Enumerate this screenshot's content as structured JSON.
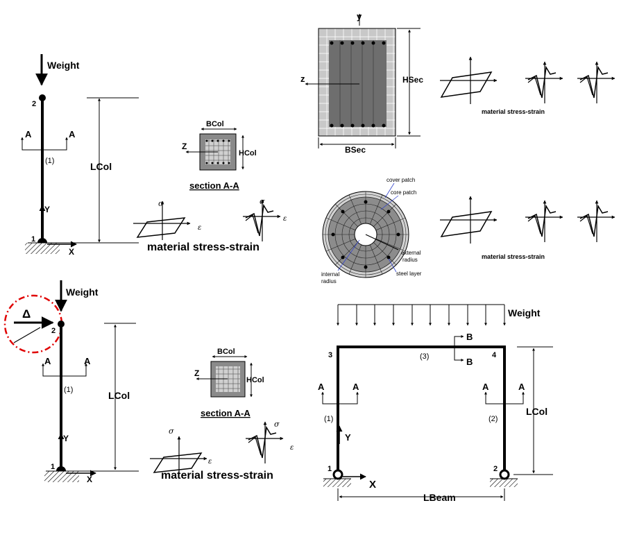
{
  "labels": {
    "weight": "Weight",
    "node1": "1",
    "node2": "2",
    "node3": "3",
    "node4": "4",
    "elem1": "(1)",
    "elem2": "(2)",
    "elem3": "(3)",
    "sectionMark": "A",
    "beamSectionMark": "B",
    "lcol": "LCol",
    "lbeam": "LBeam",
    "axisX": "X",
    "axisY": "Y",
    "axisZ": "Z",
    "bcol": "BCol",
    "hcol": "HCol",
    "sectionAA": "section A-A",
    "materialStressStrain": "material stress-strain",
    "sigma": "σ",
    "epsilon": "ε",
    "delta": "Δ",
    "secY": "y",
    "secZ": "z",
    "hsec": "HSec",
    "bsec": "BSec",
    "coverPatch": "cover patch",
    "corePatch": "core patch",
    "externalRadius": "external radius",
    "internalRadius": "internal radius",
    "steelLayer": "steel layer"
  },
  "colors": {
    "line": "#000000",
    "coverFill": "#c8c8c8",
    "coreFill": "#707070",
    "deltaCircle": "#e00000"
  }
}
